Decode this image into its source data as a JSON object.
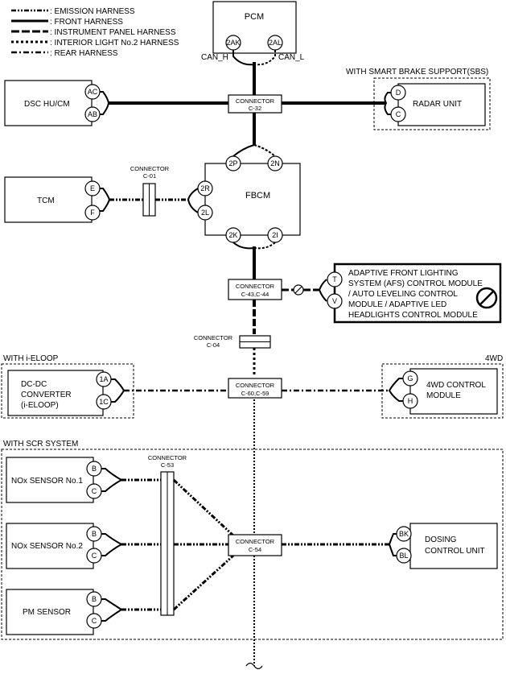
{
  "legend": {
    "emission": ": EMISSION HARNESS",
    "front": ": FRONT HARNESS",
    "instrument": ": INSTRUMENT PANEL HARNESS",
    "interior": ": INTERIOR LIGHT No.2 HARNESS",
    "rear": ": REAR HARNESS"
  },
  "modules": {
    "pcm": "PCM",
    "dsc": "DSC HU/CM",
    "radar": "RADAR UNIT",
    "tcm": "TCM",
    "fbcm": "FBCM",
    "afs": [
      "ADAPTIVE FRONT LIGHTING",
      "SYSTEM (AFS) CONTROL MODULE",
      "/ AUTO LEVELING CONTROL",
      "MODULE / ADAPTIVE LED",
      "HEADLIGHTS CONTROL MODULE"
    ],
    "dcdc": [
      "DC-DC",
      "CONVERTER",
      "(i-ELOOP)"
    ],
    "fourwd": [
      "4WD CONTROL",
      "MODULE"
    ],
    "nox1": "NOx SENSOR No.1",
    "nox2": "NOx SENSOR No.2",
    "pm": "PM SENSOR",
    "dosing": [
      "DOSING",
      "CONTROL UNIT"
    ]
  },
  "groups": {
    "sbs": "WITH SMART BRAKE SUPPORT(SBS)",
    "eloop": "WITH i-ELOOP",
    "fourwd": "4WD",
    "scr": "WITH SCR SYSTEM"
  },
  "connectors": {
    "c32": [
      "CONNECTOR",
      "C-32"
    ],
    "c01": [
      "CONNECTOR",
      "C-01"
    ],
    "c4344": [
      "CONNECTOR",
      "C-43,C-44"
    ],
    "c04": [
      "CONNECTOR",
      "C-04"
    ],
    "c6059": [
      "CONNECTOR",
      "C-60,C-59"
    ],
    "c53": [
      "CONNECTOR",
      "C-53"
    ],
    "c54": [
      "CONNECTOR",
      "C-54"
    ]
  },
  "signals": {
    "can_h": "CAN_H",
    "can_l": "CAN_L"
  },
  "pins": {
    "pcm_h": "2AK",
    "pcm_l": "2AL",
    "dsc_h": "AC",
    "dsc_l": "AB",
    "radar_h": "D",
    "radar_l": "C",
    "tcm_h": "E",
    "tcm_l": "F",
    "fbcm_2p": "2P",
    "fbcm_2n": "2N",
    "fbcm_2r": "2R",
    "fbcm_2l": "2L",
    "fbcm_2k": "2K",
    "fbcm_2i": "2I",
    "afs_h": "T",
    "afs_l": "V",
    "dcdc_h": "1A",
    "dcdc_l": "1C",
    "fourwd_h": "G",
    "fourwd_l": "H",
    "nox1_h": "B",
    "nox1_l": "C",
    "nox2_h": "B",
    "nox2_l": "C",
    "pm_h": "B",
    "pm_l": "C",
    "dosing_h": "BK",
    "dosing_l": "BL"
  }
}
